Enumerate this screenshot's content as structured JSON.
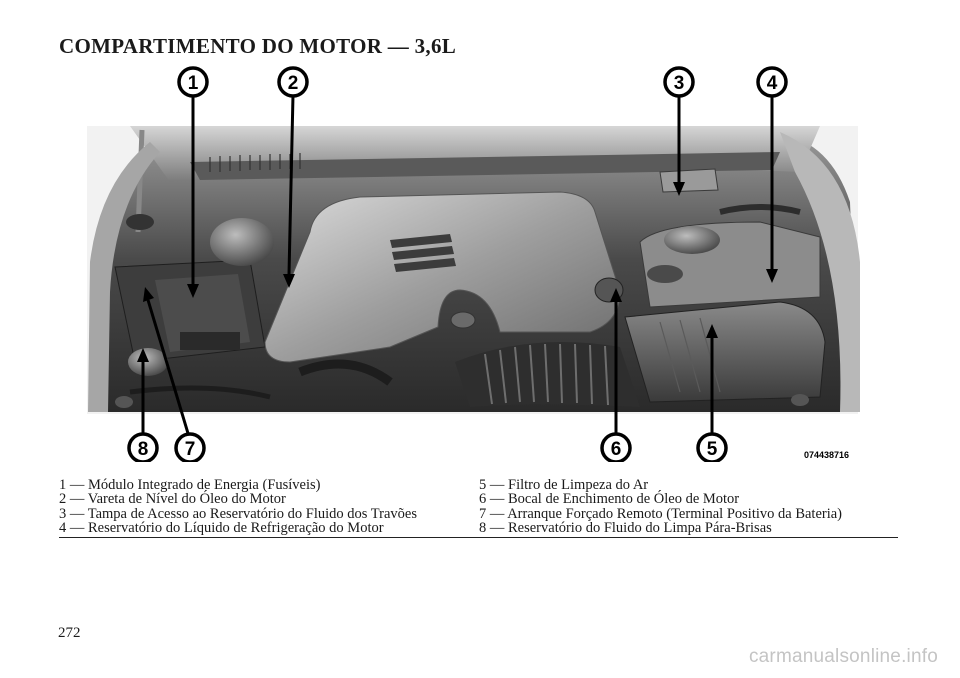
{
  "page": {
    "title": "COMPARTIMENTO DO MOTOR — 3,6L",
    "page_number": "272",
    "watermark": "carmanualsonline.info"
  },
  "figure": {
    "code": "074438716",
    "callouts": [
      "1",
      "2",
      "3",
      "4",
      "5",
      "6",
      "7",
      "8"
    ]
  },
  "legend": {
    "left": [
      "1 — Módulo Integrado de Energia (Fusíveis)",
      "2 — Vareta de Nível do Óleo do Motor",
      "3 — Tampa de Acesso ao Reservatório do Fluido dos Travões",
      "4 — Reservatório do Líquido de Refrigeração do Motor"
    ],
    "right": [
      "5 — Filtro de Limpeza do Ar",
      "6 — Bocal de Enchimento de Óleo de Motor",
      "7 — Arranque Forçado Remoto (Terminal Positivo da Bateria)",
      "8 — Reservatório do Fluido do Limpa Pára-Brisas"
    ]
  }
}
